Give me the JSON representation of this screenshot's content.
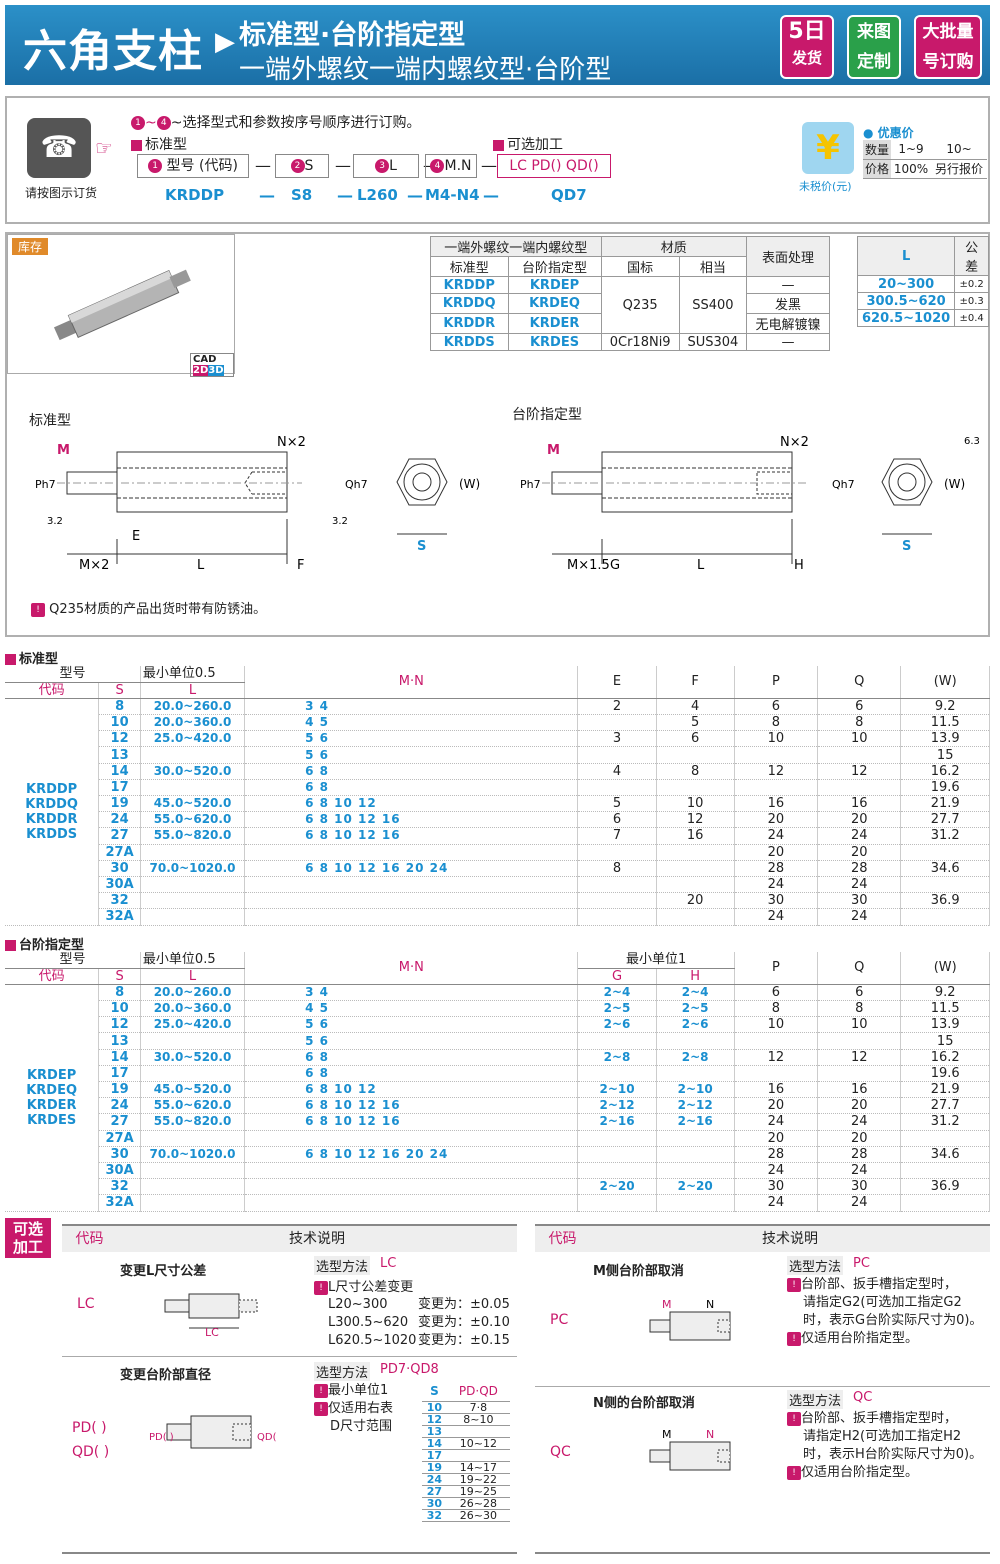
{
  "header": {
    "title": "六角支柱",
    "subtitle1": "标准型·台阶指定型",
    "subtitle2": "一端外螺纹一端内螺纹型·台阶型",
    "badges": [
      {
        "l1": "5日",
        "l2": "发货",
        "color": "#c8196b"
      },
      {
        "l1": "来图",
        "l2": "定制",
        "color": "#2aa04a"
      },
      {
        "l1": "大批量",
        "l2": "号订购",
        "color": "#c8196b"
      }
    ]
  },
  "order": {
    "instruction": "~选择型式和参数按序号顺序进行订购。",
    "phone_note": "请按图示订货",
    "std_label": "标准型",
    "opt_label": "可选加工",
    "box1": "型号 (代码)",
    "box2": "S",
    "box3": "L",
    "box4": "M.N",
    "opt_box": "LC  PD()  QD()",
    "ex1": "KRDDP",
    "ex2": "S8",
    "ex3": "L260",
    "ex4": "M4-N4",
    "ex5": "QD7",
    "dash": "—",
    "price_title": "优惠价",
    "price_tax": "未税价(元)",
    "qty_label": "数量",
    "qty1": "1~9",
    "qty2": "10~",
    "price_label": "价格",
    "price1": "100%",
    "price2": "另行报价",
    "yen": "¥"
  },
  "stock": {
    "label": "库存",
    "cad": "CAD",
    "cad2": "2D",
    "cad3": "3D",
    "mat_table": {
      "h1": "一端外螺纹一端内螺纹型",
      "h1a": "标准型",
      "h1b": "台阶指定型",
      "h2": "材质",
      "h2a": "国标",
      "h2b": "相当",
      "h3": "表面处理",
      "rows": [
        [
          "KRDDP",
          "KRDEP",
          "—"
        ],
        [
          "KRDDQ",
          "KRDEQ",
          "发黑"
        ],
        [
          "KRDDR",
          "KRDER",
          "无电解镀镍"
        ],
        [
          "KRDDS",
          "KRDES",
          "—"
        ]
      ],
      "q235": "Q235",
      "ss400": "SS400",
      "cr": "0Cr18Ni9",
      "sus": "SUS304"
    },
    "tol": {
      "h1": "L",
      "h2": "公差",
      "rows": [
        [
          "20~300",
          "±0.2"
        ],
        [
          "300.5~620",
          "±0.3"
        ],
        [
          "620.5~1020",
          "±0.4"
        ]
      ]
    },
    "diag_std": "标准型",
    "diag_step": "台阶指定型",
    "lbl": {
      "M": "M",
      "N": "N×2",
      "P": "Ph7",
      "Q": "Qh7",
      "W": "(W)",
      "S": "S",
      "E": "E",
      "L": "L",
      "F": "F",
      "Mx2": "M×2",
      "Mx15": "M×1.5",
      "G": "G",
      "H": "H",
      "r32": "3.2",
      "r63": "6.3",
      "Nn": "N"
    },
    "note": "Q235材质的产品出货时带有防锈油。"
  },
  "std_table": {
    "title": "标准型",
    "h_model": "型号",
    "h_code": "代码",
    "h_s": "S",
    "h_min": "最小单位0.5",
    "h_l": "L",
    "h_mn": "M·N",
    "h_e": "E",
    "h_f": "F",
    "h_p": "P",
    "h_q": "Q",
    "h_w": "(W)",
    "codes": [
      "KRDDP",
      "KRDDQ",
      "KRDDR",
      "KRDDS"
    ],
    "rows": [
      [
        "8",
        "20.0~260.0",
        "3  4",
        "2",
        "4",
        "6",
        "6",
        "9.2"
      ],
      [
        "10",
        "20.0~360.0",
        "4  5",
        "",
        "5",
        "8",
        "8",
        "11.5"
      ],
      [
        "12",
        "25.0~420.0",
        "5  6",
        "3",
        "6",
        "10",
        "10",
        "13.9"
      ],
      [
        "13",
        "",
        "5  6",
        "",
        "",
        "",
        "",
        "15"
      ],
      [
        "14",
        "30.0~520.0",
        "6  8",
        "4",
        "8",
        "12",
        "12",
        "16.2"
      ],
      [
        "17",
        "",
        "6  8",
        "",
        "",
        "",
        "",
        "19.6"
      ],
      [
        "19",
        "45.0~520.0",
        "6  8  10  12",
        "5",
        "10",
        "16",
        "16",
        "21.9"
      ],
      [
        "24",
        "55.0~620.0",
        "6  8  10  12  16",
        "6",
        "12",
        "20",
        "20",
        "27.7"
      ],
      [
        "27",
        "55.0~820.0",
        "6  8  10  12  16",
        "7",
        "16",
        "24",
        "24",
        "31.2"
      ],
      [
        "27A",
        "",
        "",
        "",
        "",
        "20",
        "20",
        ""
      ],
      [
        "30",
        "70.0~1020.0",
        "6  8  10  12  16  20  24",
        "8",
        "",
        "28",
        "28",
        "34.6"
      ],
      [
        "30A",
        "",
        "",
        "",
        "",
        "24",
        "24",
        ""
      ],
      [
        "32",
        "",
        "",
        "",
        "20",
        "30",
        "30",
        "36.9"
      ],
      [
        "32A",
        "",
        "",
        "",
        "",
        "24",
        "24",
        ""
      ]
    ]
  },
  "step_table": {
    "title": "台阶指定型",
    "h_min1": "最小单位1",
    "h_g": "G",
    "h_h": "H",
    "codes": [
      "KRDEP",
      "KRDEQ",
      "KRDER",
      "KRDES"
    ],
    "rows": [
      [
        "8",
        "20.0~260.0",
        "3  4",
        "2~4",
        "2~4",
        "6",
        "6",
        "9.2"
      ],
      [
        "10",
        "20.0~360.0",
        "4  5",
        "2~5",
        "2~5",
        "8",
        "8",
        "11.5"
      ],
      [
        "12",
        "25.0~420.0",
        "5  6",
        "2~6",
        "2~6",
        "10",
        "10",
        "13.9"
      ],
      [
        "13",
        "",
        "5  6",
        "",
        "",
        "",
        "",
        "15"
      ],
      [
        "14",
        "30.0~520.0",
        "6  8",
        "2~8",
        "2~8",
        "12",
        "12",
        "16.2"
      ],
      [
        "17",
        "",
        "6  8",
        "",
        "",
        "",
        "",
        "19.6"
      ],
      [
        "19",
        "45.0~520.0",
        "6  8  10  12",
        "2~10",
        "2~10",
        "16",
        "16",
        "21.9"
      ],
      [
        "24",
        "55.0~620.0",
        "6  8  10  12  16",
        "2~12",
        "2~12",
        "20",
        "20",
        "27.7"
      ],
      [
        "27",
        "55.0~820.0",
        "6  8  10  12  16",
        "2~16",
        "2~16",
        "24",
        "24",
        "31.2"
      ],
      [
        "27A",
        "",
        "",
        "",
        "",
        "20",
        "20",
        ""
      ],
      [
        "30",
        "70.0~1020.0",
        "6  8  10  12  16  20  24",
        "",
        "",
        "28",
        "28",
        "34.6"
      ],
      [
        "30A",
        "",
        "",
        "",
        "",
        "24",
        "24",
        ""
      ],
      [
        "32",
        "",
        "",
        "2~20",
        "2~20",
        "30",
        "30",
        "36.9"
      ],
      [
        "32A",
        "",
        "",
        "",
        "",
        "24",
        "24",
        ""
      ]
    ]
  },
  "options": {
    "label1": "可选",
    "label2": "加工",
    "h_code": "代码",
    "h_desc": "技术说明",
    "lc": {
      "code": "LC",
      "title": "变更L尺寸公差",
      "method": "选型方法",
      "mcode": "LC",
      "line1": "L尺寸公差变更",
      "rows": [
        [
          "L20~300",
          "变更为：±0.05"
        ],
        [
          "L300.5~620",
          "变更为：±0.10"
        ],
        [
          "L620.5~1020",
          "变更为：±0.15"
        ]
      ],
      "lbl": "LC"
    },
    "pd": {
      "code1": "PD( )",
      "code2": "QD( )",
      "title": "变更台阶部直径",
      "method": "选型方法",
      "mcode": "PD7·QD8",
      "n1": "最小单位1",
      "n2": "仅适用右表",
      "n3": "D尺寸范围",
      "th1": "S",
      "th2": "PD·QD",
      "rows": [
        [
          "10",
          "7·8"
        ],
        [
          "12",
          "8~10"
        ],
        [
          "13",
          ""
        ],
        [
          "14",
          "10~12"
        ],
        [
          "17",
          ""
        ],
        [
          "19",
          "14~17"
        ],
        [
          "24",
          "19~22"
        ],
        [
          "27",
          "19~25"
        ],
        [
          "30",
          "26~28"
        ],
        [
          "32",
          "26~30"
        ]
      ],
      "lp": "PD( )",
      "lq": "QD( )"
    },
    "pc": {
      "code": "PC",
      "title": "M侧台阶部取消",
      "method": "选型方法",
      "mcode": "PC",
      "n1": "台阶部、扳手槽指定型时，",
      "n2": "请指定G2(可选加工指定G2",
      "n3": "时，表示G台阶实际尺寸为0)。",
      "n4": "仅适用台阶指定型。",
      "m": "M",
      "nn": "N"
    },
    "qc": {
      "code": "QC",
      "title": "N侧的台阶部取消",
      "method": "选型方法",
      "mcode": "QC",
      "n1": "台阶部、扳手槽指定型时，",
      "n2": "请指定H2(可选加工指定H2",
      "n3": "时，表示H台阶实际尺寸为0)。",
      "n4": "仅适用台阶指定型。",
      "m": "M",
      "nn": "N"
    }
  }
}
